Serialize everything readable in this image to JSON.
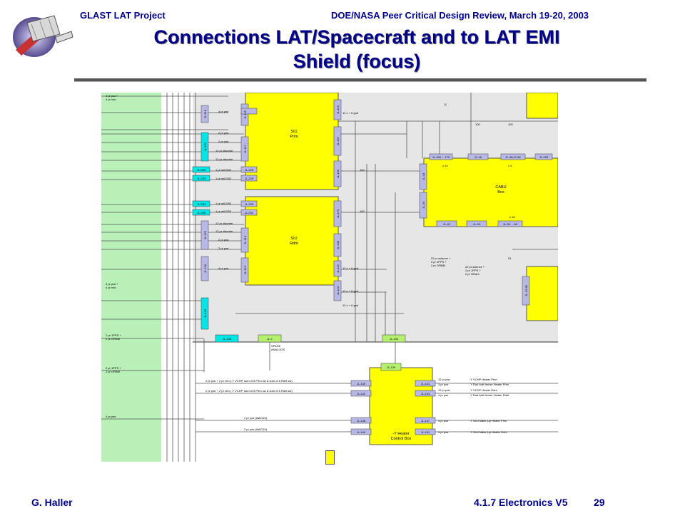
{
  "header": {
    "project": "GLAST LAT Project",
    "review": "DOE/NASA Peer Critical Design Review, March 19-20, 2003"
  },
  "title": {
    "line1": "Connections LAT/Spacecraft and to LAT EMI",
    "line2": "Shield (focus)"
  },
  "footer": {
    "author": "G. Haller",
    "section": "4.1.7 Electronics  V5",
    "page": "29"
  },
  "colors": {
    "title": "#00008b",
    "box_yellow": "#ffff00",
    "connector_cyan": "#00e6e6",
    "connector_lavender": "#b8b8e8",
    "connector_green": "#b4f06e",
    "spacecraft_strip": "#b8f0b8",
    "lat_panel": "#e6e6e6"
  },
  "diagram": {
    "boxes": {
      "siu_prim": "SIU\nPrim",
      "siu_red": "SIU\nRdnt",
      "cabu": "CABU\nBox",
      "heater": "-Y Heater\nControl Box"
    },
    "connectors": {
      "jl118": "JL-118",
      "jl115": "JL-115",
      "jl117": "JL-117",
      "jl121": "JL-121",
      "jl113": "JL-113",
      "jl107": "JL-107",
      "jl109": "JL-109",
      "jl232": "JL-232",
      "jl233": "JL-233",
      "jl228": "JL-228",
      "jl229": "JL-229",
      "jl234": "JL-234",
      "jl235": "JL-235",
      "jl230": "JL-230",
      "jl231": "JL-231",
      "jl170": "JL-170",
      "jl122": "JL-122",
      "jl116": "JL-116",
      "jl108": "JL-108",
      "jl120": "JL-120",
      "jl119": "JL-119",
      "jl112": "JL-112",
      "jl114": "JL-114",
      "jl124": "JL-124",
      "jl125": "JL-125",
      "jl7": "JL-7",
      "jl190": "JL-190",
      "jl139": "JL-139",
      "jl140": "JL-140",
      "jl141": "JL-141",
      "jl142": "JL-142",
      "jl143": "JL-143",
      "jl146": "JL-146",
      "jl147": "JL-147",
      "jl149": "JL-149",
      "jl151": "JL-151",
      "jl150": "JL-150 ... 179",
      "jl49": "JL-49",
      "jl4647": "JL-46,47,48",
      "jl153": "JL-153",
      "jl44": "JL-44",
      "jl45": "JL-45",
      "jl42": "JL-42",
      "jl43": "JL-43",
      "jl50": "JL-50 ... 63",
      "jl1388": "JL-13-88"
    },
    "labels": {
      "pwr4a": "4 pr pwr",
      "pwr4b": "4 pr pwr",
      "pwr4c": "4 pr pwr",
      "pwr2a": "2 pr pwr",
      "pwr2b": "2 pr pwr",
      "pwr2c": "2 pr pwr",
      "pwr2d": "2 pr pwr",
      "disc1": "12 pr discrete",
      "disc2": "12 pr discrete",
      "disc3": "12 pr discrete",
      "disc4": "12 pr discrete",
      "m1553a": "1 pr mil1553",
      "m1553b": "1 pr mil1553",
      "m1553c": "1 pr mil1553",
      "m1553d": "1 pr mil1553",
      "gnd1": "12 c + 6 gnd",
      "gnd2": "12 c + 6 gnd",
      "gnd3": "12 c + 6 gnd",
      "gnd4": "12 c + 6 gnd",
      "n100a": "100",
      "n100b": "100",
      "n100c": "100",
      "n100d": "100",
      "n11": "11",
      "n51": "51",
      "x24": "x 24",
      "x3": "x 3",
      "x16": "x 16",
      "sci1": "22 pr science +\n2 pr 1PPS +\n2 pr GRBM",
      "sci2": "22 pr science +\n2 pr 1PPS +\n2 pr GRdnt",
      "left_pwr": "4 pr pwr +\n4 pr vrtn",
      "left_pwr_top": "4 pr pwr +\n4 pr vrtn",
      "left_pps1": "2 pr 1PPS +\n2 pr GRBM",
      "left_pps2": "2 pr 1PPS +\n2 pr GRBM",
      "left_pwr_low": "4 pr pwr",
      "spare": "SPARE\nANALOGS",
      "heater_prim": "2 pr pwr + 2 pr vrtn (-Y VCHP, sum of 6 Prim sw & sum of 6 Rdnt sw)",
      "heater_rdnt": "2 pr pwr + 2 pr vrtn (-Y VCHP, sum of 6 Prim sw & sum of 6 Rdnt sw)",
      "awg1": "2 pr pwr (AWG16)",
      "awg2": "2 pr pwr (AWG16)",
      "out1a": "12 pr pwr",
      "out1b": "4 pr pwr",
      "out2a": "12 pr pwr",
      "out2b": "4 pr pwr",
      "out3": "4 pr pwr",
      "out4": "4 pr pwr",
      "ht1a": "-Y VCHP Heater Prim",
      "ht1b": "-Y Rad Anti-freeze Heater Prim",
      "ht2a": "-Y VCHP Heater Rdnt",
      "ht2b": "-Y Rad Anti-freeze Heater Rdnt",
      "ht3": "-Y Grid Make-Up Heater Prim",
      "ht4": "-Y Grid Make-Up Heater Rdnt"
    }
  }
}
